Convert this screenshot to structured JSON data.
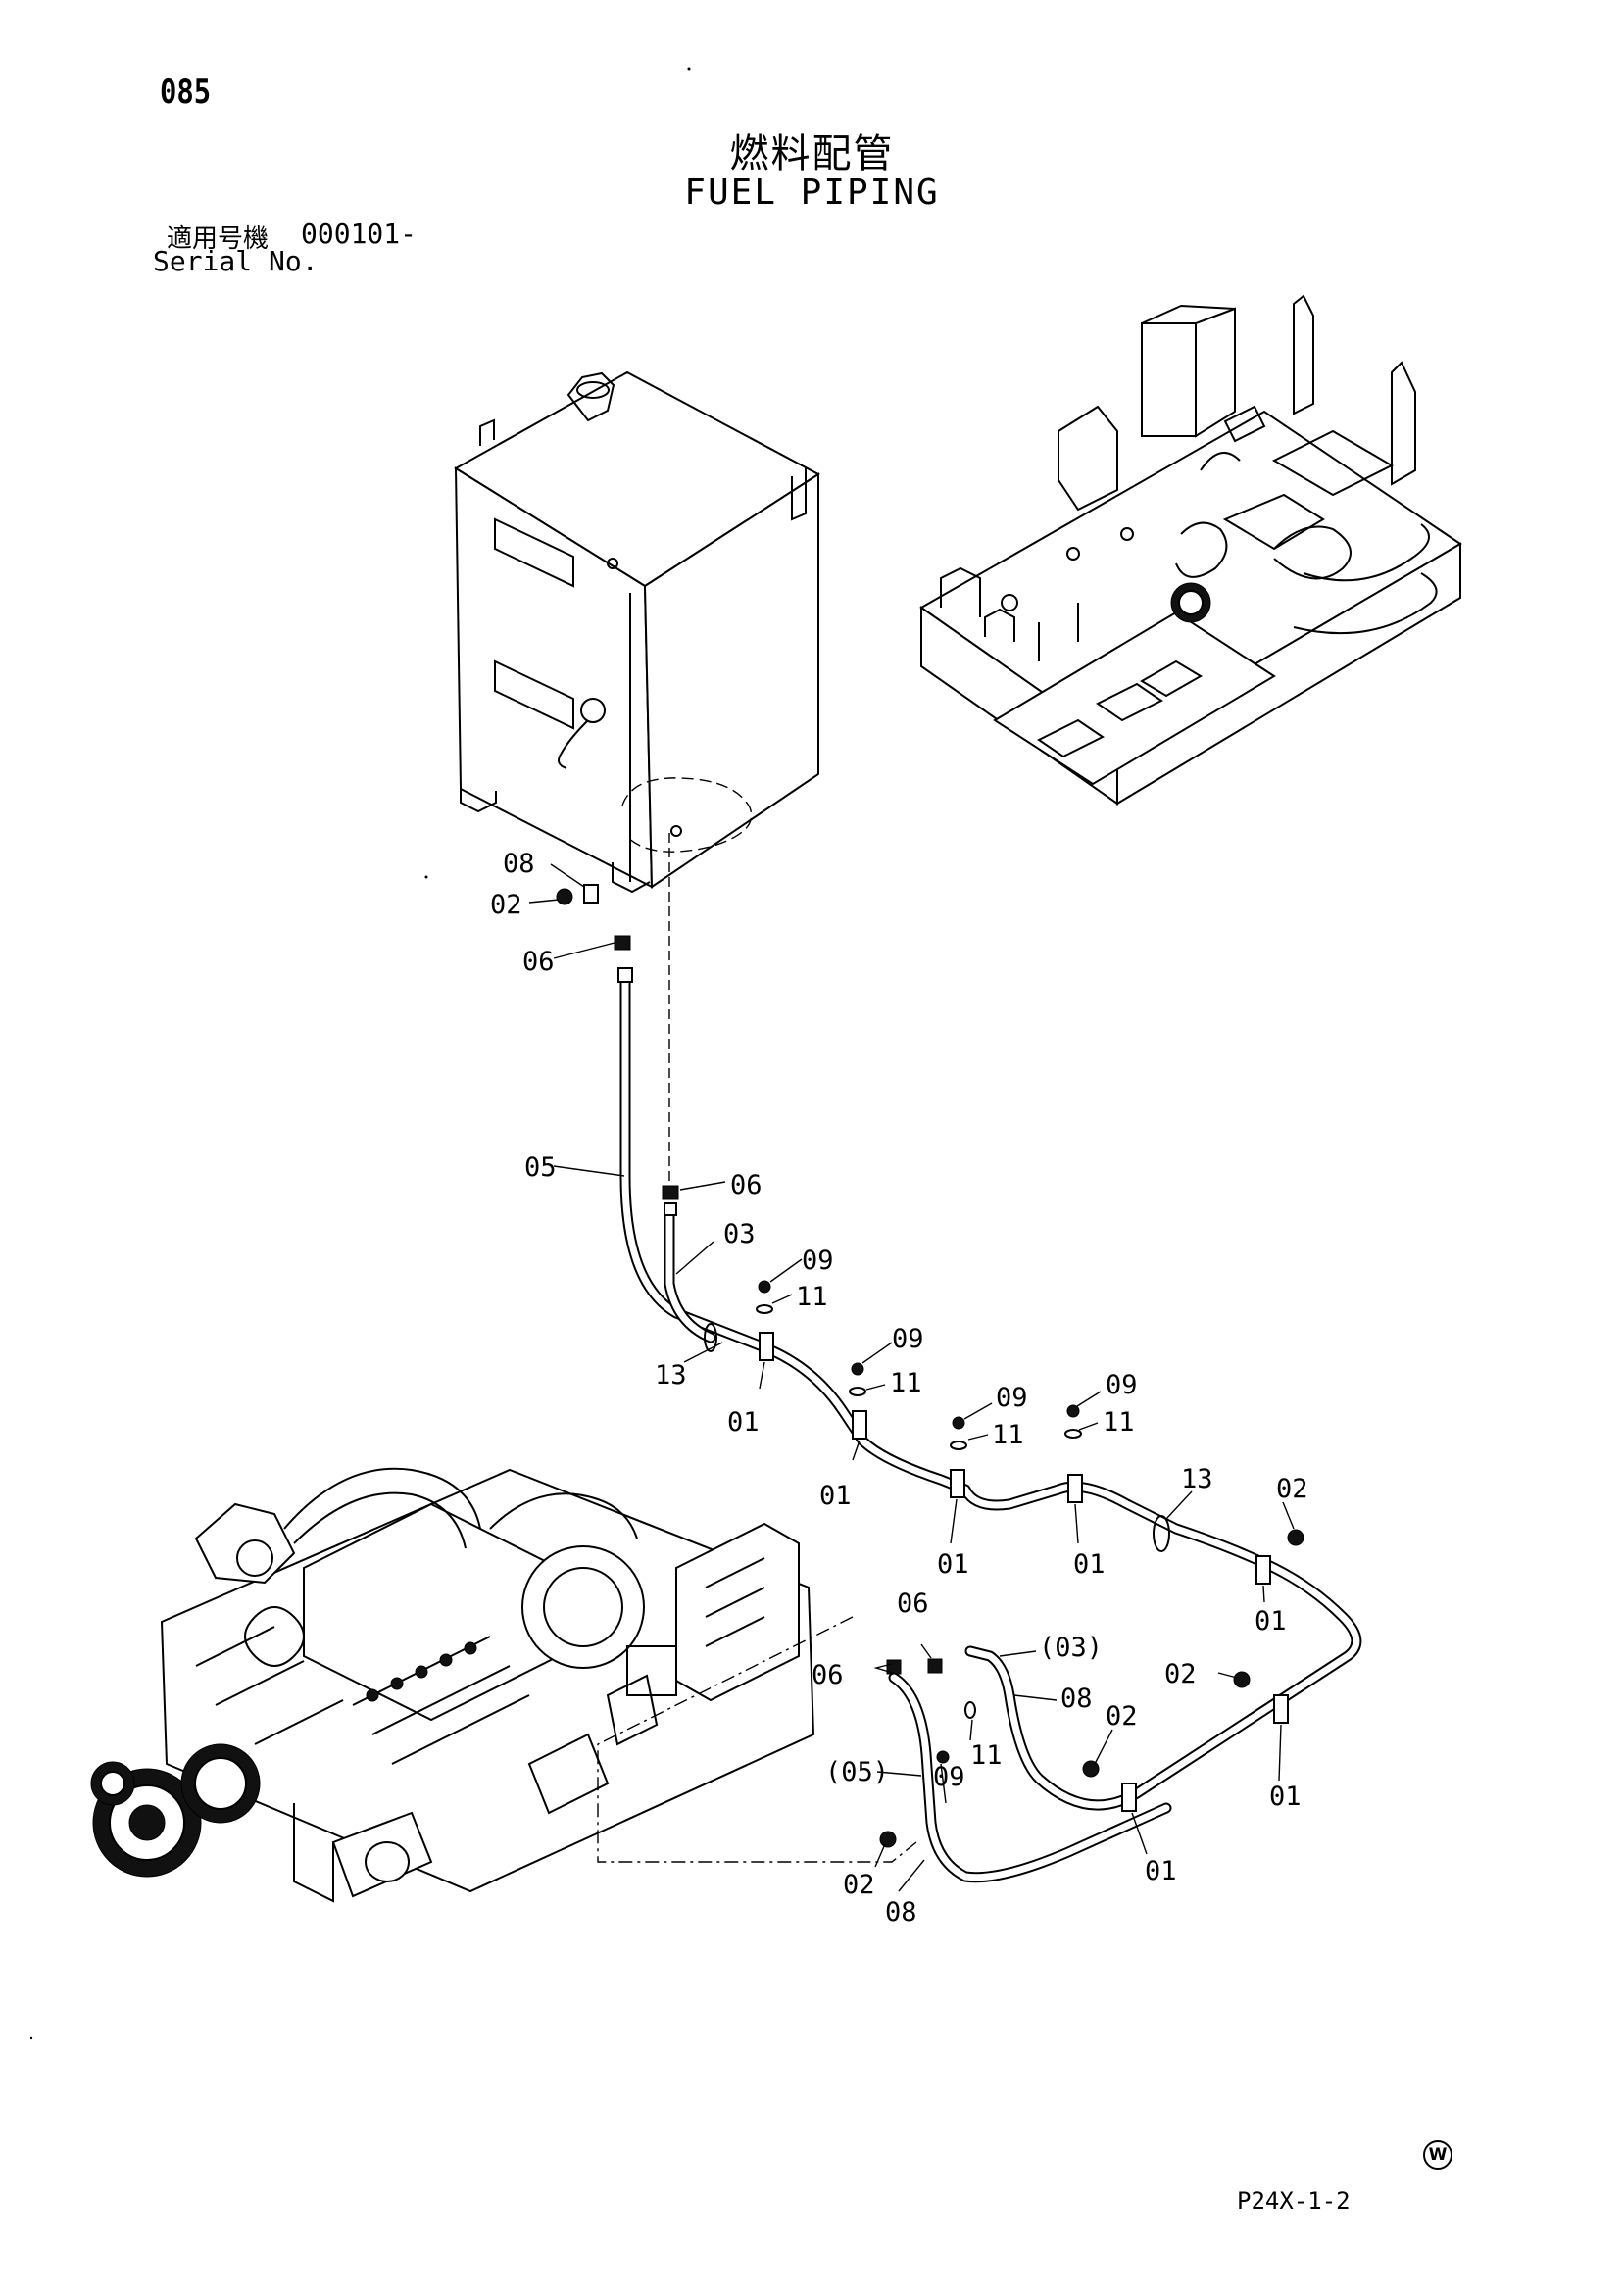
{
  "page_number": "085",
  "title_ja": "燃料配管",
  "title_en": "FUEL PIPING",
  "serial_label_ja": "適用号機",
  "serial_label_en": "Serial No.",
  "serial_range": "000101-",
  "drawing_code": "P24X-1-2",
  "mark_symbol": "W",
  "callouts": {
    "c08a": "08",
    "c02a": "02",
    "c06a": "06",
    "c05": "05",
    "c06b": "06",
    "c03": "03",
    "c09a": "09",
    "c11a": "11",
    "c13a": "13",
    "c01a": "01",
    "c09b": "09",
    "c11b": "11",
    "c01b": "01",
    "c09c": "09",
    "c11c": "11",
    "c01c": "01",
    "c09d": "09",
    "c11d": "11",
    "c01d": "01",
    "c13b": "13",
    "c02b": "02",
    "c01e": "01",
    "c06c": "06",
    "c06d": "06",
    "c03p": "(03)",
    "c08b": "08",
    "c02c": "02",
    "c09e": "09",
    "c11e": "11",
    "c05p": "(05)",
    "c02d": "02",
    "c01f": "01",
    "c01g": "01",
    "c02e": "02",
    "c08c": "08"
  }
}
